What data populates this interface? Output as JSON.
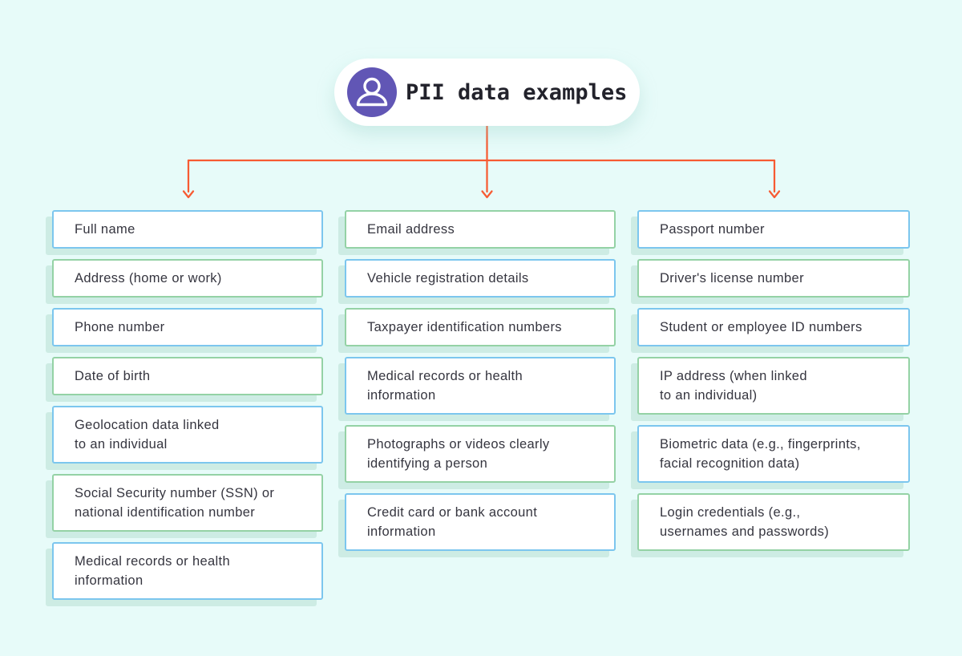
{
  "header": {
    "title": "PII data examples",
    "icon": "person-icon"
  },
  "colors": {
    "bg": "#e7fbf9",
    "blue": "#7cc6ee",
    "green": "#94d2a5",
    "shadow": "#cdece4",
    "arrow": "#f75b33",
    "purple": "#6156b5",
    "title": "#22222b",
    "text": "#35353f"
  },
  "columns": [
    {
      "items": [
        {
          "label": "Full name",
          "accent": "blue"
        },
        {
          "label": "Address (home or work)",
          "accent": "green"
        },
        {
          "label": "Phone number",
          "accent": "blue"
        },
        {
          "label": "Date of birth",
          "accent": "green"
        },
        {
          "label": "Geolocation data linked\nto an individual",
          "accent": "blue"
        },
        {
          "label": "Social Security number (SSN) or\nnational identification number",
          "accent": "green"
        },
        {
          "label": "Medical records or health\ninformation",
          "accent": "blue"
        }
      ]
    },
    {
      "items": [
        {
          "label": "Email address",
          "accent": "green"
        },
        {
          "label": "Vehicle registration details",
          "accent": "blue"
        },
        {
          "label": "Taxpayer identification numbers",
          "accent": "green"
        },
        {
          "label": "Medical records or health\ninformation",
          "accent": "blue"
        },
        {
          "label": "Photographs or videos clearly\nidentifying a person",
          "accent": "green"
        },
        {
          "label": "Credit card or bank account\ninformation",
          "accent": "blue"
        }
      ]
    },
    {
      "items": [
        {
          "label": "Passport number",
          "accent": "blue"
        },
        {
          "label": "Driver's license number",
          "accent": "green"
        },
        {
          "label": "Student or employee ID numbers",
          "accent": "blue"
        },
        {
          "label": "IP address  (when linked\nto an individual)",
          "accent": "green"
        },
        {
          "label": "Biometric data (e.g., fingerprints,\nfacial recognition data)",
          "accent": "blue"
        },
        {
          "label": "Login credentials (e.g.,\nusernames and passwords)",
          "accent": "green"
        }
      ]
    }
  ]
}
